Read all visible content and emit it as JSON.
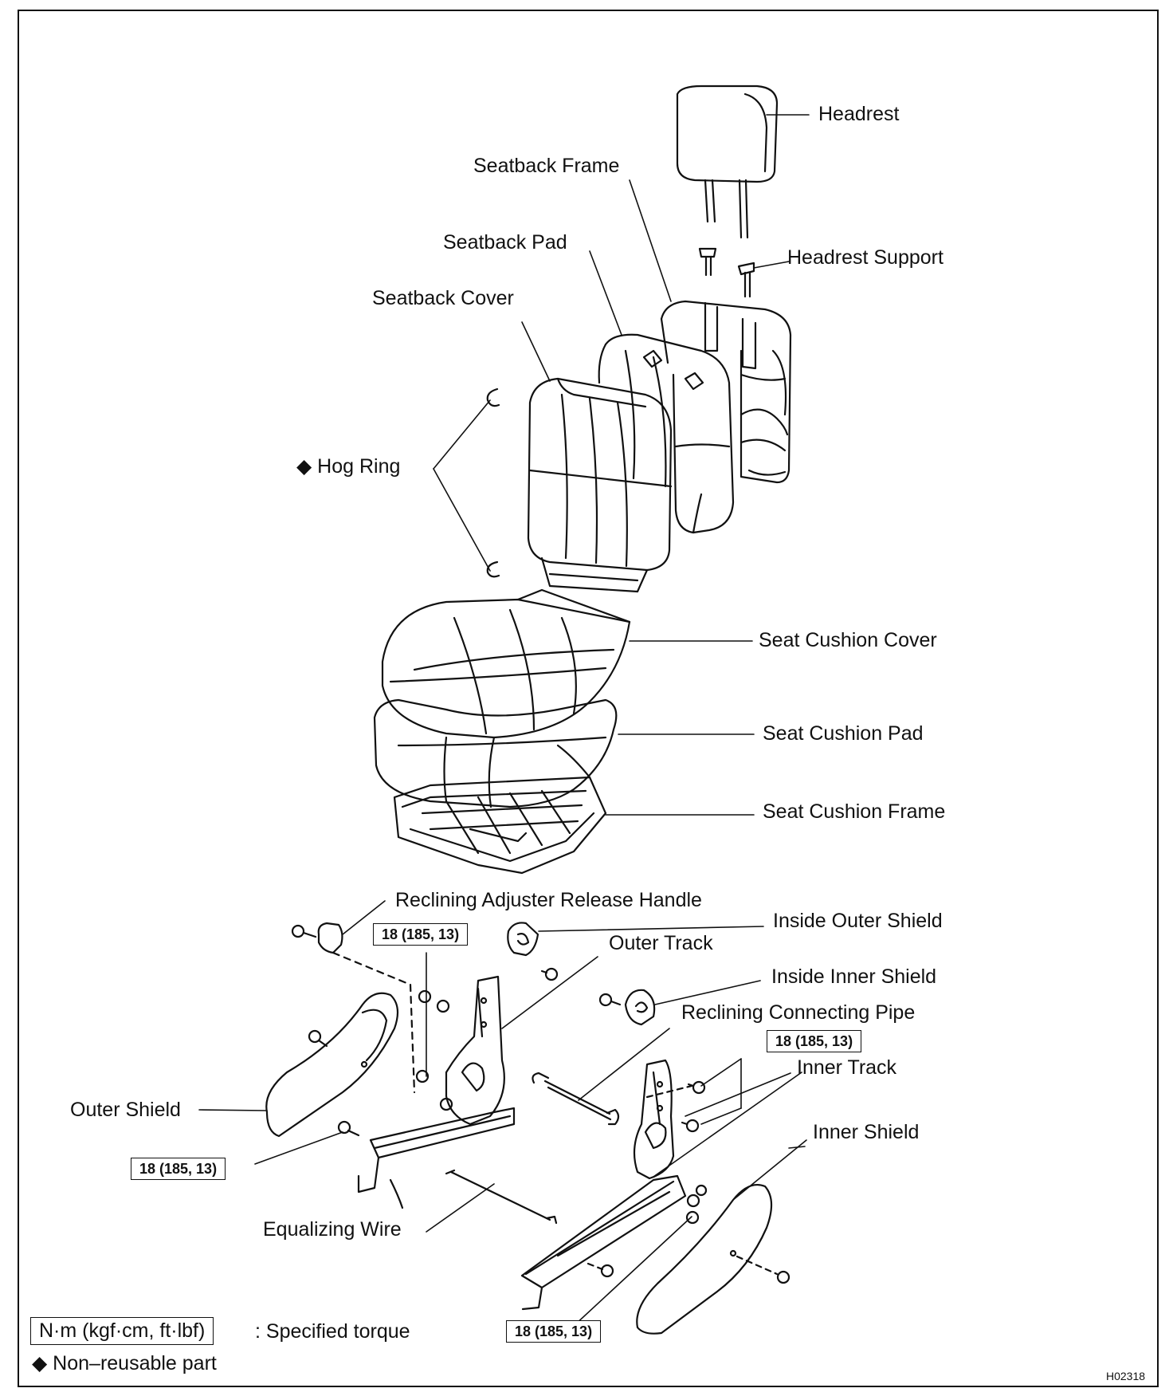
{
  "labels": {
    "headrest": "Headrest",
    "seatback_frame": "Seatback Frame",
    "seatback_pad": "Seatback Pad",
    "headrest_support": "Headrest Support",
    "seatback_cover": "Seatback Cover",
    "hog_ring": "◆ Hog Ring",
    "seat_cushion_cover": "Seat Cushion Cover",
    "seat_cushion_pad": "Seat Cushion Pad",
    "seat_cushion_frame": "Seat Cushion Frame",
    "reclining_release_handle": "Reclining Adjuster Release Handle",
    "inside_outer_shield": "Inside Outer Shield",
    "outer_track": "Outer Track",
    "inside_inner_shield": "Inside Inner Shield",
    "reclining_connecting_pipe": "Reclining Connecting Pipe",
    "inner_track": "Inner Track",
    "inner_shield": "Inner Shield",
    "outer_shield": "Outer Shield",
    "equalizing_wire": "Equalizing Wire"
  },
  "torque": {
    "value_1": "18 (185, 13)",
    "value_2": "18 (185, 13)",
    "value_3": "18 (185, 13)",
    "value_4": "18 (185, 13)"
  },
  "legend": {
    "unit_box": "N·m (kgf·cm, ft·lbf)",
    "unit_desc": ": Specified torque",
    "nonreusable": "◆ Non–reusable part"
  },
  "figure_code": "H02318"
}
